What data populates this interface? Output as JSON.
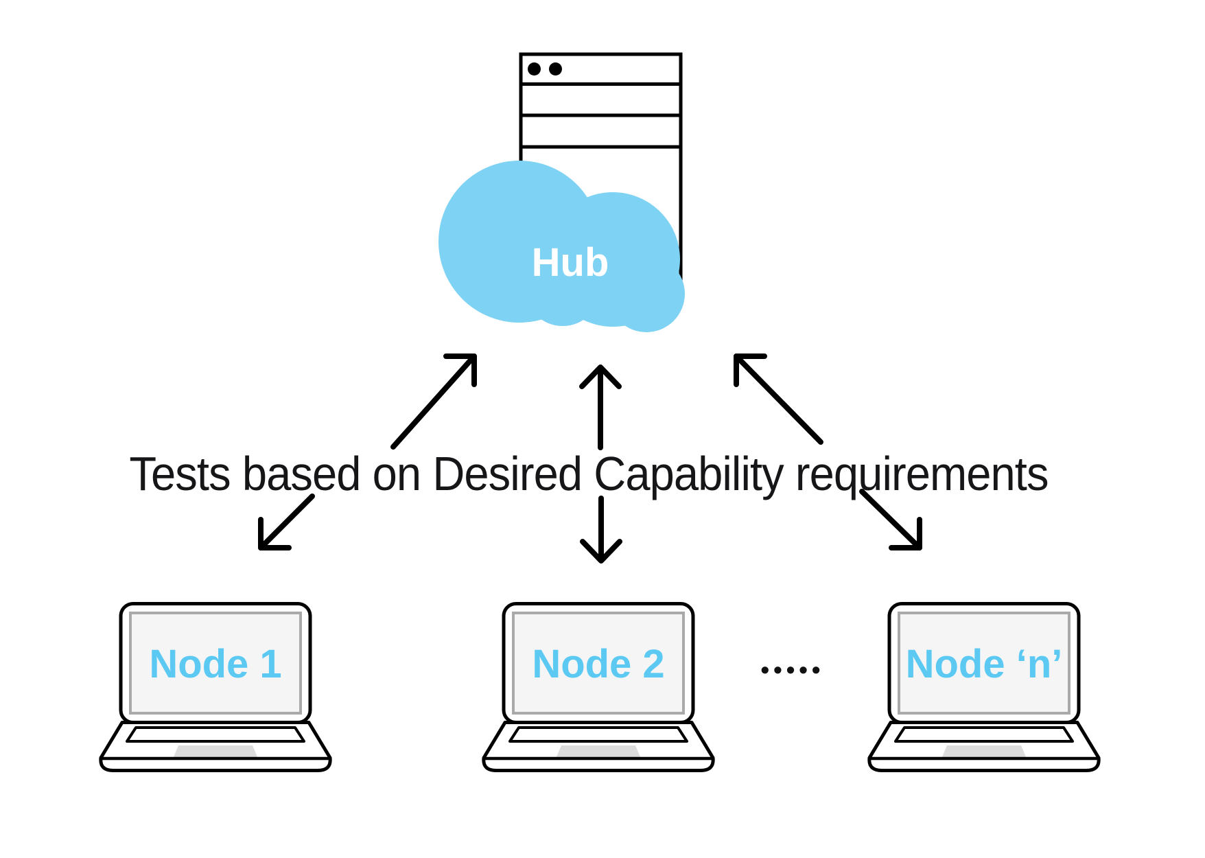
{
  "diagram": {
    "title_label": "Tests based on Desired Capability requirements",
    "hub_label": "Hub",
    "node_labels": [
      "Node 1",
      "Node 2",
      "Node ‘n’"
    ],
    "ellipsis": "•••••",
    "colors": {
      "cloud_blue": "#7ED2F3",
      "node_text_blue": "#5BC9F2"
    }
  }
}
